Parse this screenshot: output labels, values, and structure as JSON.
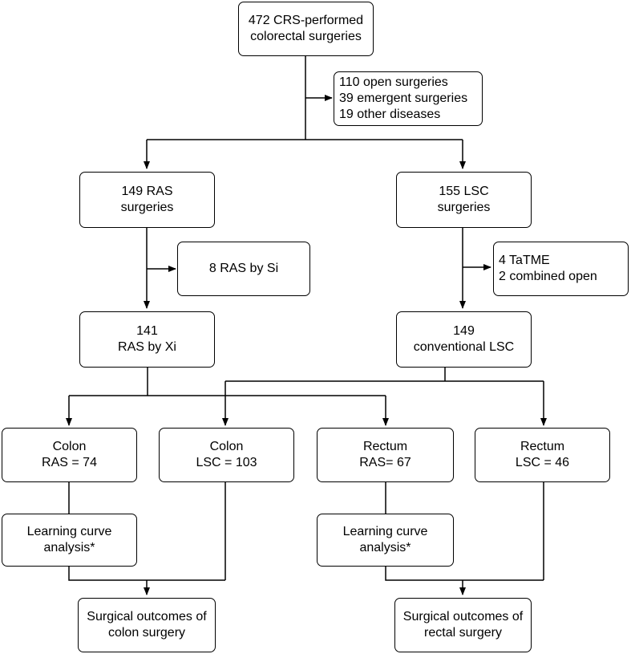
{
  "boxes": {
    "total": [
      "472 CRS-performed",
      "colorectal surgeries"
    ],
    "excluded": [
      "110 open surgeries",
      "39 emergent surgeries",
      "19 other diseases"
    ],
    "ras": [
      "149 RAS",
      "surgeries"
    ],
    "lsc": [
      "155 LSC",
      "surgeries"
    ],
    "ras_si": [
      "8 RAS by Si"
    ],
    "lsc_excluded": [
      "4 TaTME",
      "2 combined open"
    ],
    "ras_xi": [
      "141",
      "RAS by Xi"
    ],
    "lsc_conv": [
      "149",
      "conventional LSC"
    ],
    "colon_ras": [
      "Colon",
      "RAS = 74"
    ],
    "colon_lsc": [
      "Colon",
      "LSC = 103"
    ],
    "rectum_ras": [
      "Rectum",
      "RAS= 67"
    ],
    "rectum_lsc": [
      "Rectum",
      "LSC = 46"
    ],
    "lc_colon": [
      "Learning curve",
      "analysis*"
    ],
    "lc_rectum": [
      "Learning curve",
      "analysis*"
    ],
    "outcome_colon": [
      "Surgical outcomes of",
      "colon surgery"
    ],
    "outcome_rectum": [
      "Surgical outcomes of",
      "rectal surgery"
    ]
  }
}
